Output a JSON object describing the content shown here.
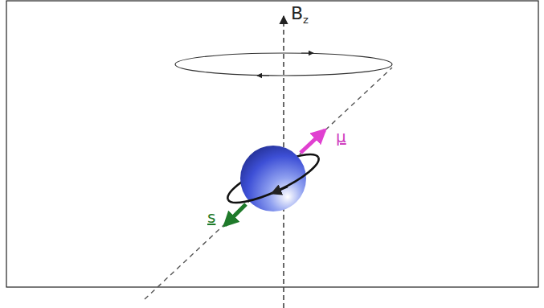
{
  "diagram": {
    "labels": [
      "B",
      "z",
      "μ",
      "s"
    ]
  }
}
